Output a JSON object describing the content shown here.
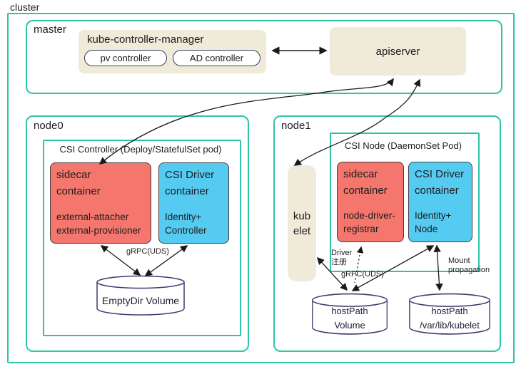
{
  "cluster": {
    "label": "cluster"
  },
  "master": {
    "label": "master",
    "kcm": {
      "title": "kube-controller-manager",
      "pill1": "pv controller",
      "pill2": "AD controller"
    },
    "apiserver": "apiserver"
  },
  "node0": {
    "label": "node0",
    "pod_title": "CSI Controller  (Deploy/StatefulSet pod)",
    "sidecar": {
      "l1": "sidecar",
      "l2": "container",
      "l3": "external-attacher",
      "l4": "external-provisioner"
    },
    "driver": {
      "l1": "CSI Driver",
      "l2": "container",
      "l3": "Identity+",
      "l4": "Controller"
    },
    "grpc": "gRPC(UDS)",
    "volume": "EmptyDir Volume"
  },
  "node1": {
    "label": "node1",
    "pod_title": "CSI Node (DaemonSet Pod)",
    "kubelet": {
      "l1": "kub",
      "l2": "elet"
    },
    "sidecar": {
      "l1": "sidecar",
      "l2": "container",
      "l3": "node-driver-",
      "l4": "registrar"
    },
    "driver": {
      "l1": "CSI Driver",
      "l2": "container",
      "l3": "Identity+",
      "l4": "Node"
    },
    "driver_reg": {
      "l1": "Driver",
      "l2": "注册"
    },
    "grpc": "gRPC(UDS)",
    "mount": {
      "l1": "Mount",
      "l2": "propagation"
    },
    "volume1": {
      "l1": "hostPath",
      "l2": "Volume"
    },
    "volume2": {
      "l1": "hostPath",
      "l2": "/var/lib/kubelet"
    }
  },
  "colors": {
    "teal": "#2ec5a7",
    "beige": "#f0ead9",
    "salmon": "#f4766c",
    "cyan": "#56cbf2",
    "ink": "#3c3c5e",
    "arrow": "#1a1a1a"
  }
}
